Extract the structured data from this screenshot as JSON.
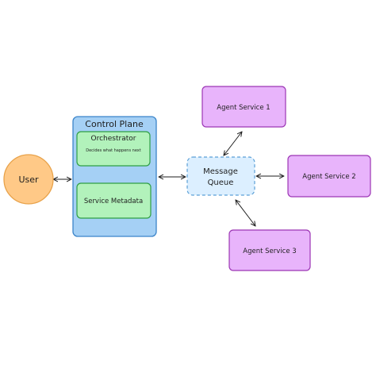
{
  "colors": {
    "user_fill": "#ffc987",
    "user_stroke": "#e8a24a",
    "control_plane_fill": "#a5d0f5",
    "control_plane_stroke": "#3b84c9",
    "inner_fill": "#b2f2bb",
    "inner_stroke": "#2f9e44",
    "queue_fill": "#dcefff",
    "queue_stroke": "#5a9fd6",
    "agent_fill": "#e8b4fb",
    "agent_stroke": "#9c36b5",
    "arrow": "#1e1e1e"
  },
  "nodes": {
    "user": {
      "label": "User"
    },
    "control_plane": {
      "title": "Control Plane"
    },
    "orchestrator": {
      "title": "Orchestrator",
      "subtitle": "Decides what happens next"
    },
    "service_metadata": {
      "label": "Service Metadata"
    },
    "message_queue": {
      "line1": "Message",
      "line2": "Queue"
    },
    "agent_1": {
      "label": "Agent Service 1"
    },
    "agent_2": {
      "label": "Agent Service 2"
    },
    "agent_3": {
      "label": "Agent Service 3"
    }
  },
  "connectors": [
    {
      "from": "user",
      "to": "control_plane",
      "style": "bidirectional"
    },
    {
      "from": "control_plane",
      "to": "message_queue",
      "style": "bidirectional"
    },
    {
      "from": "message_queue",
      "to": "agent_1",
      "style": "bidirectional"
    },
    {
      "from": "message_queue",
      "to": "agent_2",
      "style": "bidirectional"
    },
    {
      "from": "message_queue",
      "to": "agent_3",
      "style": "bidirectional"
    }
  ]
}
